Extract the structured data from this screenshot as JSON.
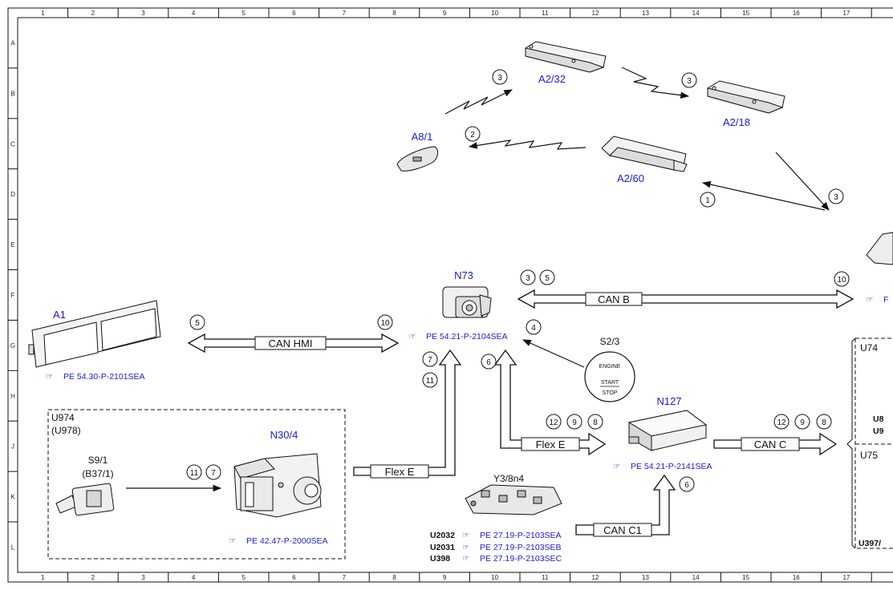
{
  "ruler": {
    "columns": [
      "1",
      "2",
      "3",
      "4",
      "5",
      "6",
      "7",
      "8",
      "9",
      "10",
      "11",
      "12",
      "13",
      "14",
      "15",
      "16",
      "17"
    ],
    "rows": [
      "A",
      "B",
      "C",
      "D",
      "E",
      "F",
      "G",
      "H",
      "J",
      "K",
      "L"
    ]
  },
  "components": {
    "a2_32": "A2/32",
    "a2_18": "A2/18",
    "a8_1": "A8/1",
    "a2_60": "A2/60",
    "n73": "N73",
    "a1": "A1",
    "s2_3": "S2/3",
    "n127": "N127",
    "n30_4": "N30/4",
    "y3_8n4": "Y3/8n4",
    "s9_1": "S9/1",
    "b37_1": "(B37/1)",
    "u974": "U974",
    "u978": "(U978)",
    "u74": "U74",
    "u75": "U75",
    "u397": "U397/",
    "u8_cut": "U8",
    "u9_cut": "U9"
  },
  "buses": {
    "can_b": "CAN B",
    "can_hmi": "CAN HMI",
    "flex_e_upper": "Flex E",
    "flex_e_lower": "Flex E",
    "can_c": "CAN C",
    "can_c1": "CAN C1"
  },
  "references": {
    "n73": "PE 54.21-P-2104SEA",
    "a1": "PE 54.30-P-2101SEA",
    "n127": "PE 54.21-P-2141SEA",
    "n30_4": "PE 42.47-P-2000SEA",
    "right_cut": "F",
    "y3_list": [
      {
        "variant": "U2032",
        "ref": "PE 27.19-P-2103SEA"
      },
      {
        "variant": "U2031",
        "ref": "PE 27.19-P-2103SEB"
      },
      {
        "variant": "U398",
        "ref": "PE 27.19-P-2103SEC"
      }
    ]
  },
  "button": {
    "line1": "ENGINE",
    "line2": "START",
    "line3": "STOP"
  },
  "callouts": {
    "c1": "3",
    "c2": "3",
    "c3": "2",
    "c4": "1",
    "c5": "3",
    "c6": "3",
    "c7": "5",
    "c8": "10",
    "c9": "5",
    "c10": "10",
    "c11": "4",
    "c12": "7",
    "c13": "11",
    "c14": "6",
    "c15": "12",
    "c16": "9",
    "c17": "8",
    "c18": "12",
    "c19": "9",
    "c20": "8",
    "c21": "11",
    "c22": "7",
    "c23": "6"
  }
}
